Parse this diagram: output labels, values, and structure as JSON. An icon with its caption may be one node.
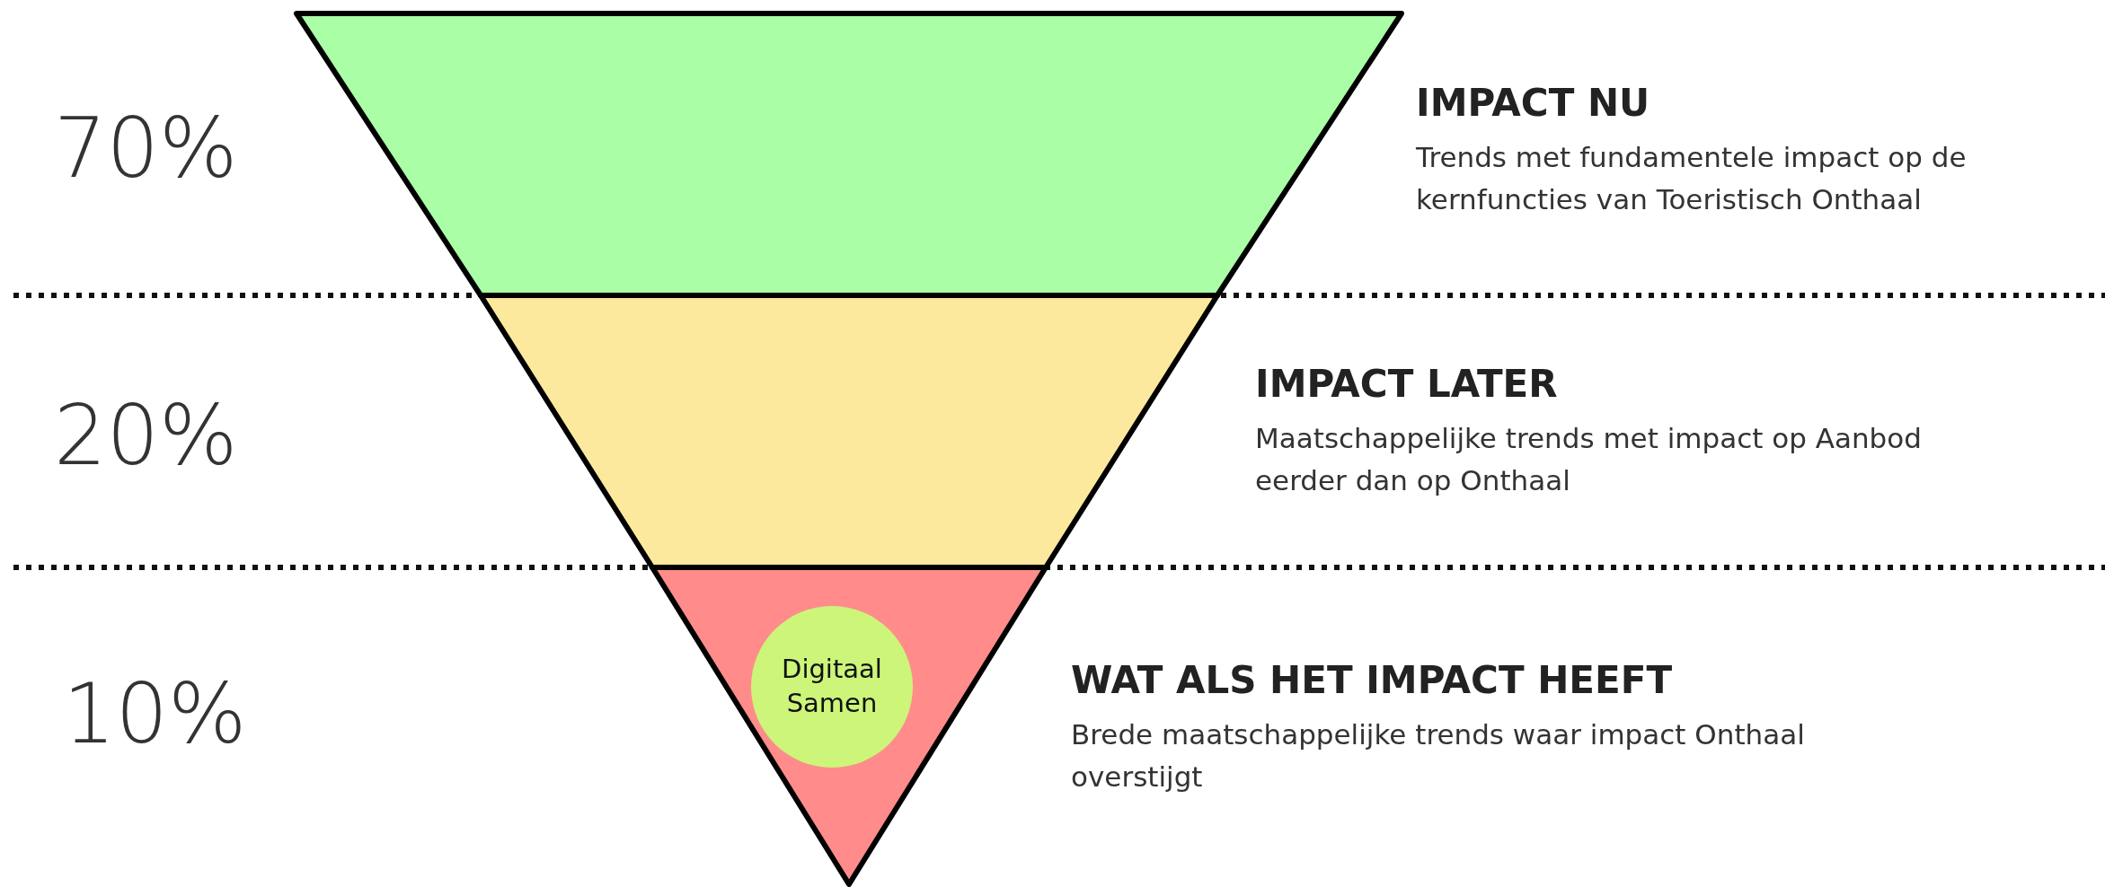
{
  "diagram": {
    "nodes": [
      {
        "text": [],
        "shape": "trapezoid",
        "beside": [
          "IMPACT NU",
          "Trends met fundamentele impact op de kernfuncties van Toeristisch Onthaal"
        ]
      },
      {
        "text": [],
        "shape": "trapezoid",
        "beside": [
          "IMPACT LATER",
          "Maatschappelijke trends met impact op Aanbod eerder dan op Onthaal"
        ]
      },
      {
        "text": [],
        "shape": "triangle",
        "beside": [
          "WAT ALS HET IMPACT HEEFT",
          "Brede maatschappelijke trends waar impact Onthaal overstijgt"
        ]
      },
      {
        "text": [
          "Digitaal Samen"
        ],
        "in": 2
      }
    ],
    "edges": [],
    "labels": [
      "70%",
      "20%",
      "10%"
    ]
  }
}
